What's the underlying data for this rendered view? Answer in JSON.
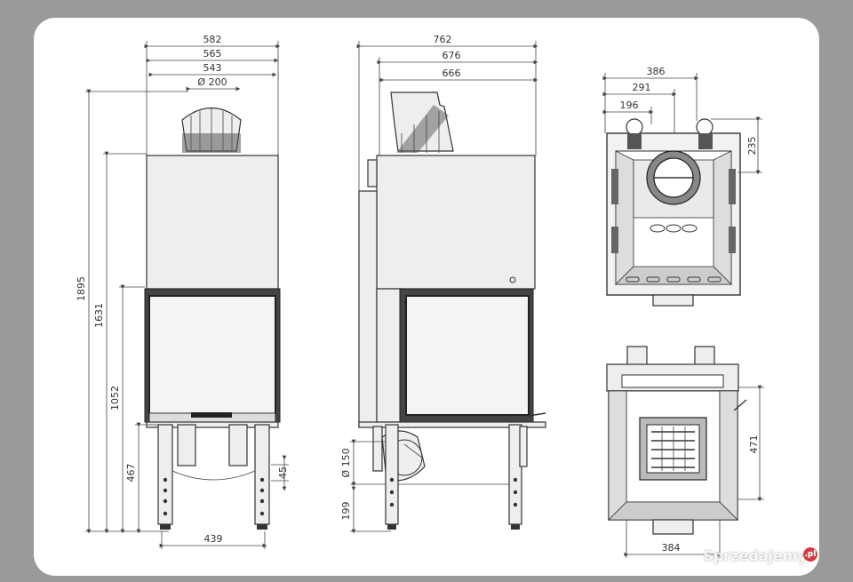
{
  "front_view": {
    "width_outer": "582",
    "width_mid": "565",
    "width_inner": "543",
    "flue_diameter": "Ø 200",
    "height_total": "1895",
    "height_body": "1631",
    "height_door": "1052",
    "height_legs": "467",
    "leg_offset": "45",
    "leg_span": "439"
  },
  "side_view": {
    "depth_outer": "762",
    "depth_mid": "676",
    "depth_inner": "666",
    "air_inlet_diameter": "Ø 150",
    "inlet_height": "199"
  },
  "top_view": {
    "offset_386": "386",
    "offset_291": "291",
    "offset_196": "196",
    "offset_235": "235"
  },
  "bottom_view": {
    "height_471": "471",
    "width_384": "384"
  },
  "watermark": {
    "text": "Sprzedajemy",
    "suffix": ".pl"
  }
}
